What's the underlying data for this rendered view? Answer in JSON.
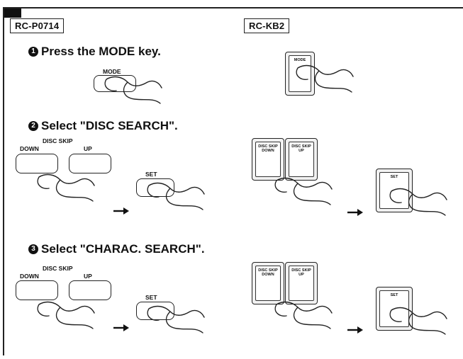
{
  "models": {
    "left": "RC-P0714",
    "right": "RC-KB2"
  },
  "steps": [
    {
      "num": "1",
      "text": "Press the MODE key."
    },
    {
      "num": "2",
      "text": "Select \"DISC SEARCH\"."
    },
    {
      "num": "3",
      "text": "Select \"CHARAC. SEARCH\"."
    }
  ],
  "keys": {
    "mode": "MODE",
    "disc_skip": "DISC SKIP",
    "down": "DOWN",
    "up": "UP",
    "set": "SET",
    "kb_mode": "MODE",
    "kb_down": "DISC SKIP DOWN",
    "kb_up": "DISC SKIP UP",
    "kb_set": "SET"
  },
  "icons": {
    "arrow": "right-arrow-icon",
    "hand": "pressing-hand-icon"
  }
}
